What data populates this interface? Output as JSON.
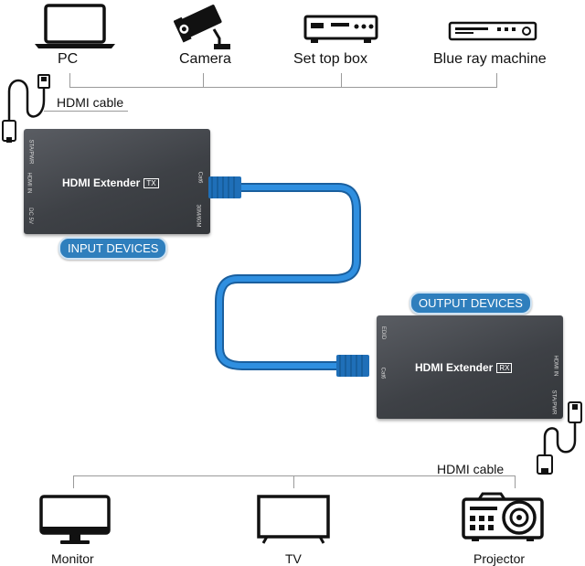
{
  "sources": [
    {
      "label": "PC",
      "icon": "laptop-icon"
    },
    {
      "label": "Camera",
      "icon": "camera-icon"
    },
    {
      "label": "Set top box",
      "icon": "set-top-box-icon"
    },
    {
      "label": "Blue ray machine",
      "icon": "blu-ray-player-icon"
    }
  ],
  "input_cable_label": "HDMI cable",
  "tx": {
    "title": "HDMI Extender",
    "tag": "TX",
    "ports_left": [
      "STA/PWR",
      "HDMI IN",
      "DC 5V"
    ],
    "ports_right": [
      "Cat6",
      "30M/60M"
    ]
  },
  "input_devices_label": "INPUT DEVICES",
  "output_devices_label": "OUTPUT DEVICES",
  "rx": {
    "title": "HDMI Extender",
    "tag": "RX",
    "ports_left": [
      "EDID",
      "Cat6"
    ],
    "ports_right": [
      "HDMI IN",
      "STA/PWR"
    ]
  },
  "output_cable_label": "HDMI cable",
  "outputs": [
    {
      "label": "Monitor",
      "icon": "monitor-icon"
    },
    {
      "label": "TV",
      "icon": "tv-icon"
    },
    {
      "label": "Projector",
      "icon": "projector-icon"
    }
  ],
  "colors": {
    "cable": "#1e78c8",
    "pill": "#2f7fbd",
    "device_body": "#45484d"
  }
}
